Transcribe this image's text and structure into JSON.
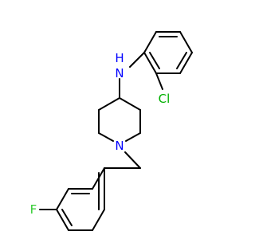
{
  "molecule": {
    "atoms": {
      "amine": {
        "label": "N",
        "sub": "H"
      },
      "ring_n": {
        "label": "N"
      },
      "chlorine": {
        "label": "Cl"
      },
      "fluorine": {
        "label": "F"
      }
    }
  },
  "colors": {
    "bond": "#000000",
    "nitrogen": "#0000ff",
    "chlorine": "#00b000",
    "fluorine": "#33cc33",
    "background": "#ffffff"
  }
}
